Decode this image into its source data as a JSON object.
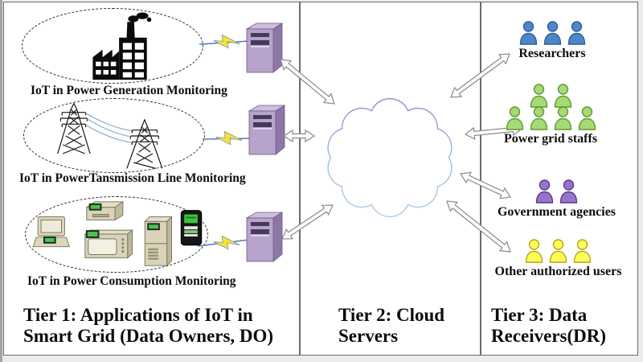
{
  "tier1": {
    "title_line1": "Tier 1: Applications of IoT in",
    "title_line2": "Smart Grid (Data Owners, DO)",
    "applications": [
      {
        "label": "IoT in Power Generation Monitoring",
        "icon": "factory-icon"
      },
      {
        "label": "IoT in PowerTansmission Line Monitoring",
        "icon": "transmission-towers-icon"
      },
      {
        "label": "IoT in Power Consumption Monitoring",
        "icon": "metered-appliances-icon"
      }
    ],
    "connector_icon": "lightning-bolt-icon",
    "server_icon": "edge-server-icon"
  },
  "tier2": {
    "title_line1": "Tier 2: Cloud",
    "title_line2": "Servers",
    "icon": "cloud-icon"
  },
  "tier3": {
    "title_line1": "Tier 3: Data",
    "title_line2": "Receivers(DR)",
    "groups": [
      {
        "label": "Researchers",
        "rows": [
          3
        ],
        "fill": "#4e86c6",
        "stroke": "#2e5e9e"
      },
      {
        "label": "Power grid staffs",
        "rows": [
          2,
          4
        ],
        "fill": "#a6da74",
        "stroke": "#5c9a2e"
      },
      {
        "label": "Government agencies",
        "rows": [
          2
        ],
        "fill": "#9873c9",
        "stroke": "#563a8f"
      },
      {
        "label": "Other authorized users",
        "rows": [
          3
        ],
        "fill": "#fdfd57",
        "stroke": "#b5a51e"
      }
    ]
  },
  "colors": {
    "server_front": "#b7a3cc",
    "server_side": "#8d77a6",
    "server_top": "#cdbfdc",
    "bolt_fill": "#f3e52e",
    "wire_line": "#4a7ab0",
    "cloud_stroke_top": "#9393d4",
    "cloud_stroke_bottom": "#b6cfe8",
    "arrow_outline": "#8a8a8a",
    "frame_border": "#6b6b6b"
  }
}
